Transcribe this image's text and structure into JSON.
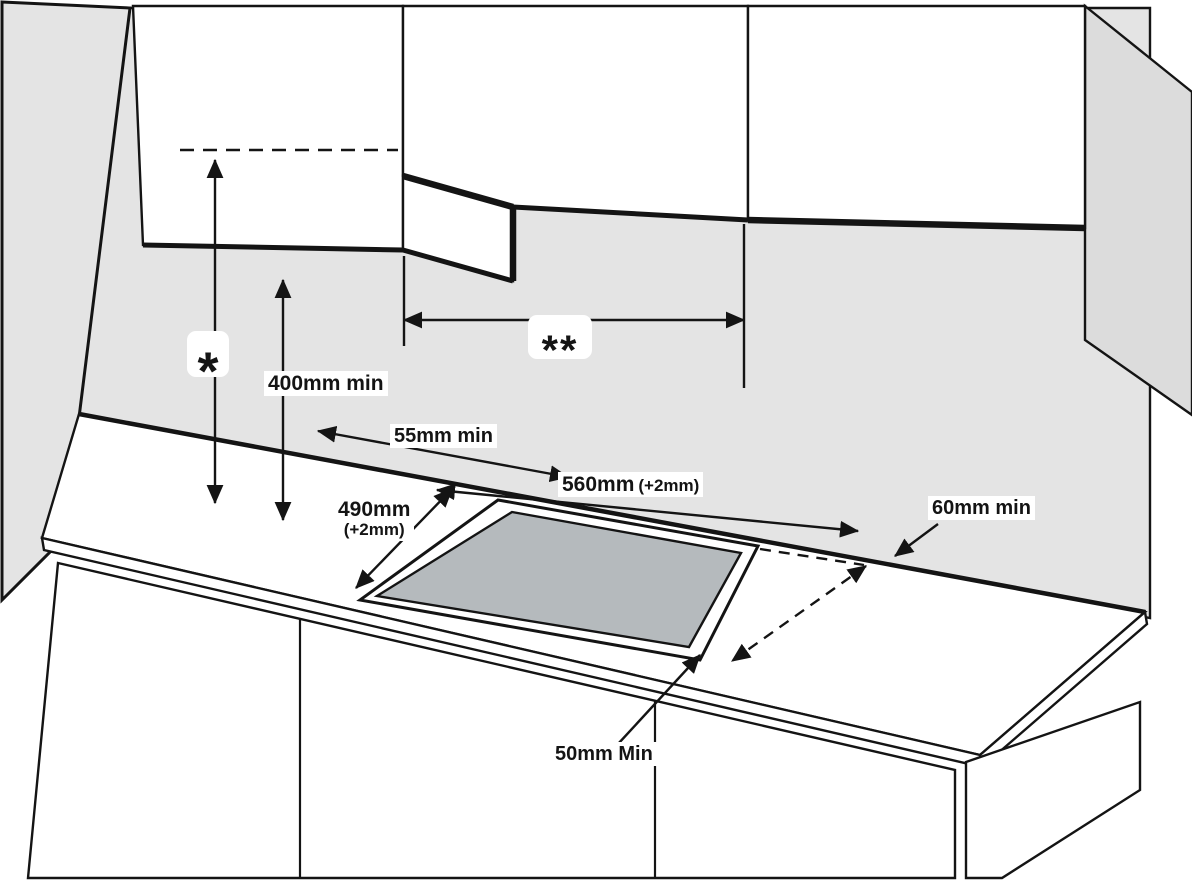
{
  "diagram": {
    "labels": {
      "star": "*",
      "double_star": "**",
      "hood_height": "400mm min",
      "rear_clearance": "55mm min",
      "cutout_width": "560mm",
      "cutout_width_tol": "(+2mm)",
      "cutout_depth": "490mm",
      "cutout_depth_tol": "(+2mm)",
      "side_clearance": "60mm min",
      "front_clearance": "50mm Min"
    },
    "colors": {
      "wall": "#e4e4e4",
      "side_panel": "#dcdcdc",
      "cutout_hole": "#b5babd",
      "line": "#141414",
      "background": "#ffffff"
    }
  }
}
